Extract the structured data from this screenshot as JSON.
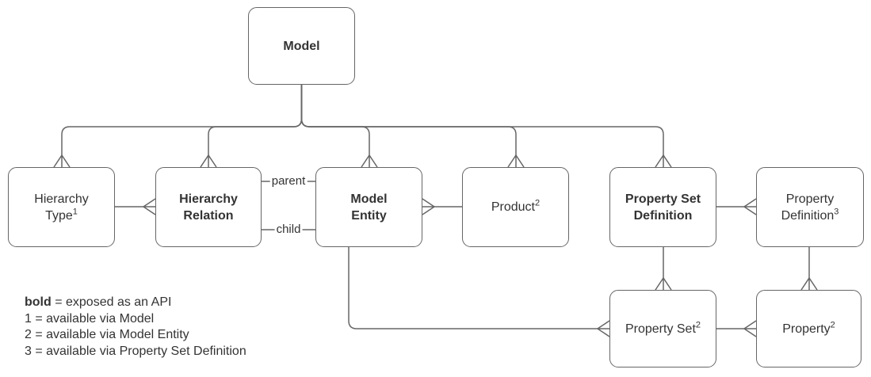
{
  "diagram": {
    "title_node": "Model",
    "nodes": {
      "model": {
        "line1": "Model",
        "exposed_as_api": true
      },
      "hierarchy_type": {
        "line1": "Hierarchy",
        "line2": "Type",
        "sup": "1",
        "exposed_as_api": false
      },
      "hierarchy_relation": {
        "line1": "Hierarchy",
        "line2": "Relation",
        "exposed_as_api": true
      },
      "model_entity": {
        "line1": "Model",
        "line2": "Entity",
        "exposed_as_api": true
      },
      "product": {
        "line1": "Product",
        "sup": "2",
        "exposed_as_api": false
      },
      "property_set_definition": {
        "line1": "Property Set",
        "line2": "Definition",
        "exposed_as_api": true
      },
      "property_definition": {
        "line1": "Property",
        "line2": "Definition",
        "sup": "3",
        "exposed_as_api": false
      },
      "property_set": {
        "line1": "Property Set",
        "sup": "2",
        "exposed_as_api": false
      },
      "property": {
        "line1": "Property",
        "sup": "2",
        "exposed_as_api": false
      }
    },
    "edge_labels": {
      "parent": "parent",
      "child": "child"
    },
    "relationships": [
      {
        "from": "Model",
        "to": "Hierarchy Type",
        "many_at": "Hierarchy Type"
      },
      {
        "from": "Model",
        "to": "Hierarchy Relation",
        "many_at": "Hierarchy Relation"
      },
      {
        "from": "Model",
        "to": "Model Entity",
        "many_at": "Model Entity"
      },
      {
        "from": "Model",
        "to": "Product",
        "many_at": "Product"
      },
      {
        "from": "Model",
        "to": "Property Set Definition",
        "many_at": "Property Set Definition"
      },
      {
        "from": "Hierarchy Type",
        "to": "Hierarchy Relation",
        "many_at": "Hierarchy Relation"
      },
      {
        "from": "Hierarchy Relation",
        "to": "Model Entity",
        "label": "parent"
      },
      {
        "from": "Hierarchy Relation",
        "to": "Model Entity",
        "label": "child"
      },
      {
        "from": "Model Entity",
        "to": "Product",
        "many_at": "Model Entity"
      },
      {
        "from": "Property Set Definition",
        "to": "Property Definition",
        "many_at": "Property Definition"
      },
      {
        "from": "Model Entity",
        "to": "Property Set",
        "many_at": "Property Set"
      },
      {
        "from": "Property Set Definition",
        "to": "Property Set",
        "many_at": "Property Set"
      },
      {
        "from": "Property Definition",
        "to": "Property",
        "many_at": "Property"
      },
      {
        "from": "Property Set",
        "to": "Property",
        "many_at": "Property"
      }
    ],
    "legend": {
      "line1_bold": "bold",
      "line1_rest": " = exposed as an API",
      "line2": "1 = available via Model",
      "line3": "2 = available via Model Entity",
      "line4": "3 = available via Property Set Definition"
    },
    "colors": {
      "stroke": "#666666",
      "text": "#333333",
      "background": "#ffffff"
    }
  }
}
